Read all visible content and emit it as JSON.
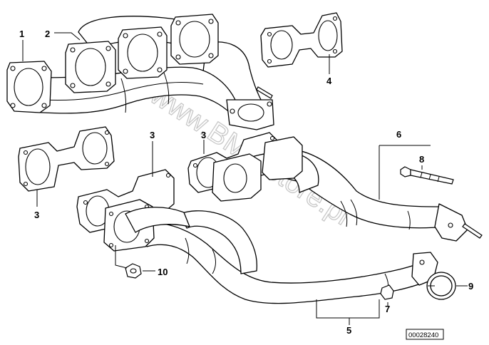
{
  "diagram": {
    "watermark": "www.BMWstore.pl",
    "drawing_code": "00028240",
    "callouts": [
      {
        "id": "callout-1",
        "label": "1"
      },
      {
        "id": "callout-2",
        "label": "2"
      },
      {
        "id": "callout-3-left",
        "label": "3"
      },
      {
        "id": "callout-3-mid",
        "label": "3"
      },
      {
        "id": "callout-3-right",
        "label": "3"
      },
      {
        "id": "callout-4",
        "label": "4"
      },
      {
        "id": "callout-5",
        "label": "5"
      },
      {
        "id": "callout-6",
        "label": "6"
      },
      {
        "id": "callout-7",
        "label": "7"
      },
      {
        "id": "callout-8",
        "label": "8"
      },
      {
        "id": "callout-9",
        "label": "9"
      },
      {
        "id": "callout-10",
        "label": "10"
      }
    ]
  }
}
